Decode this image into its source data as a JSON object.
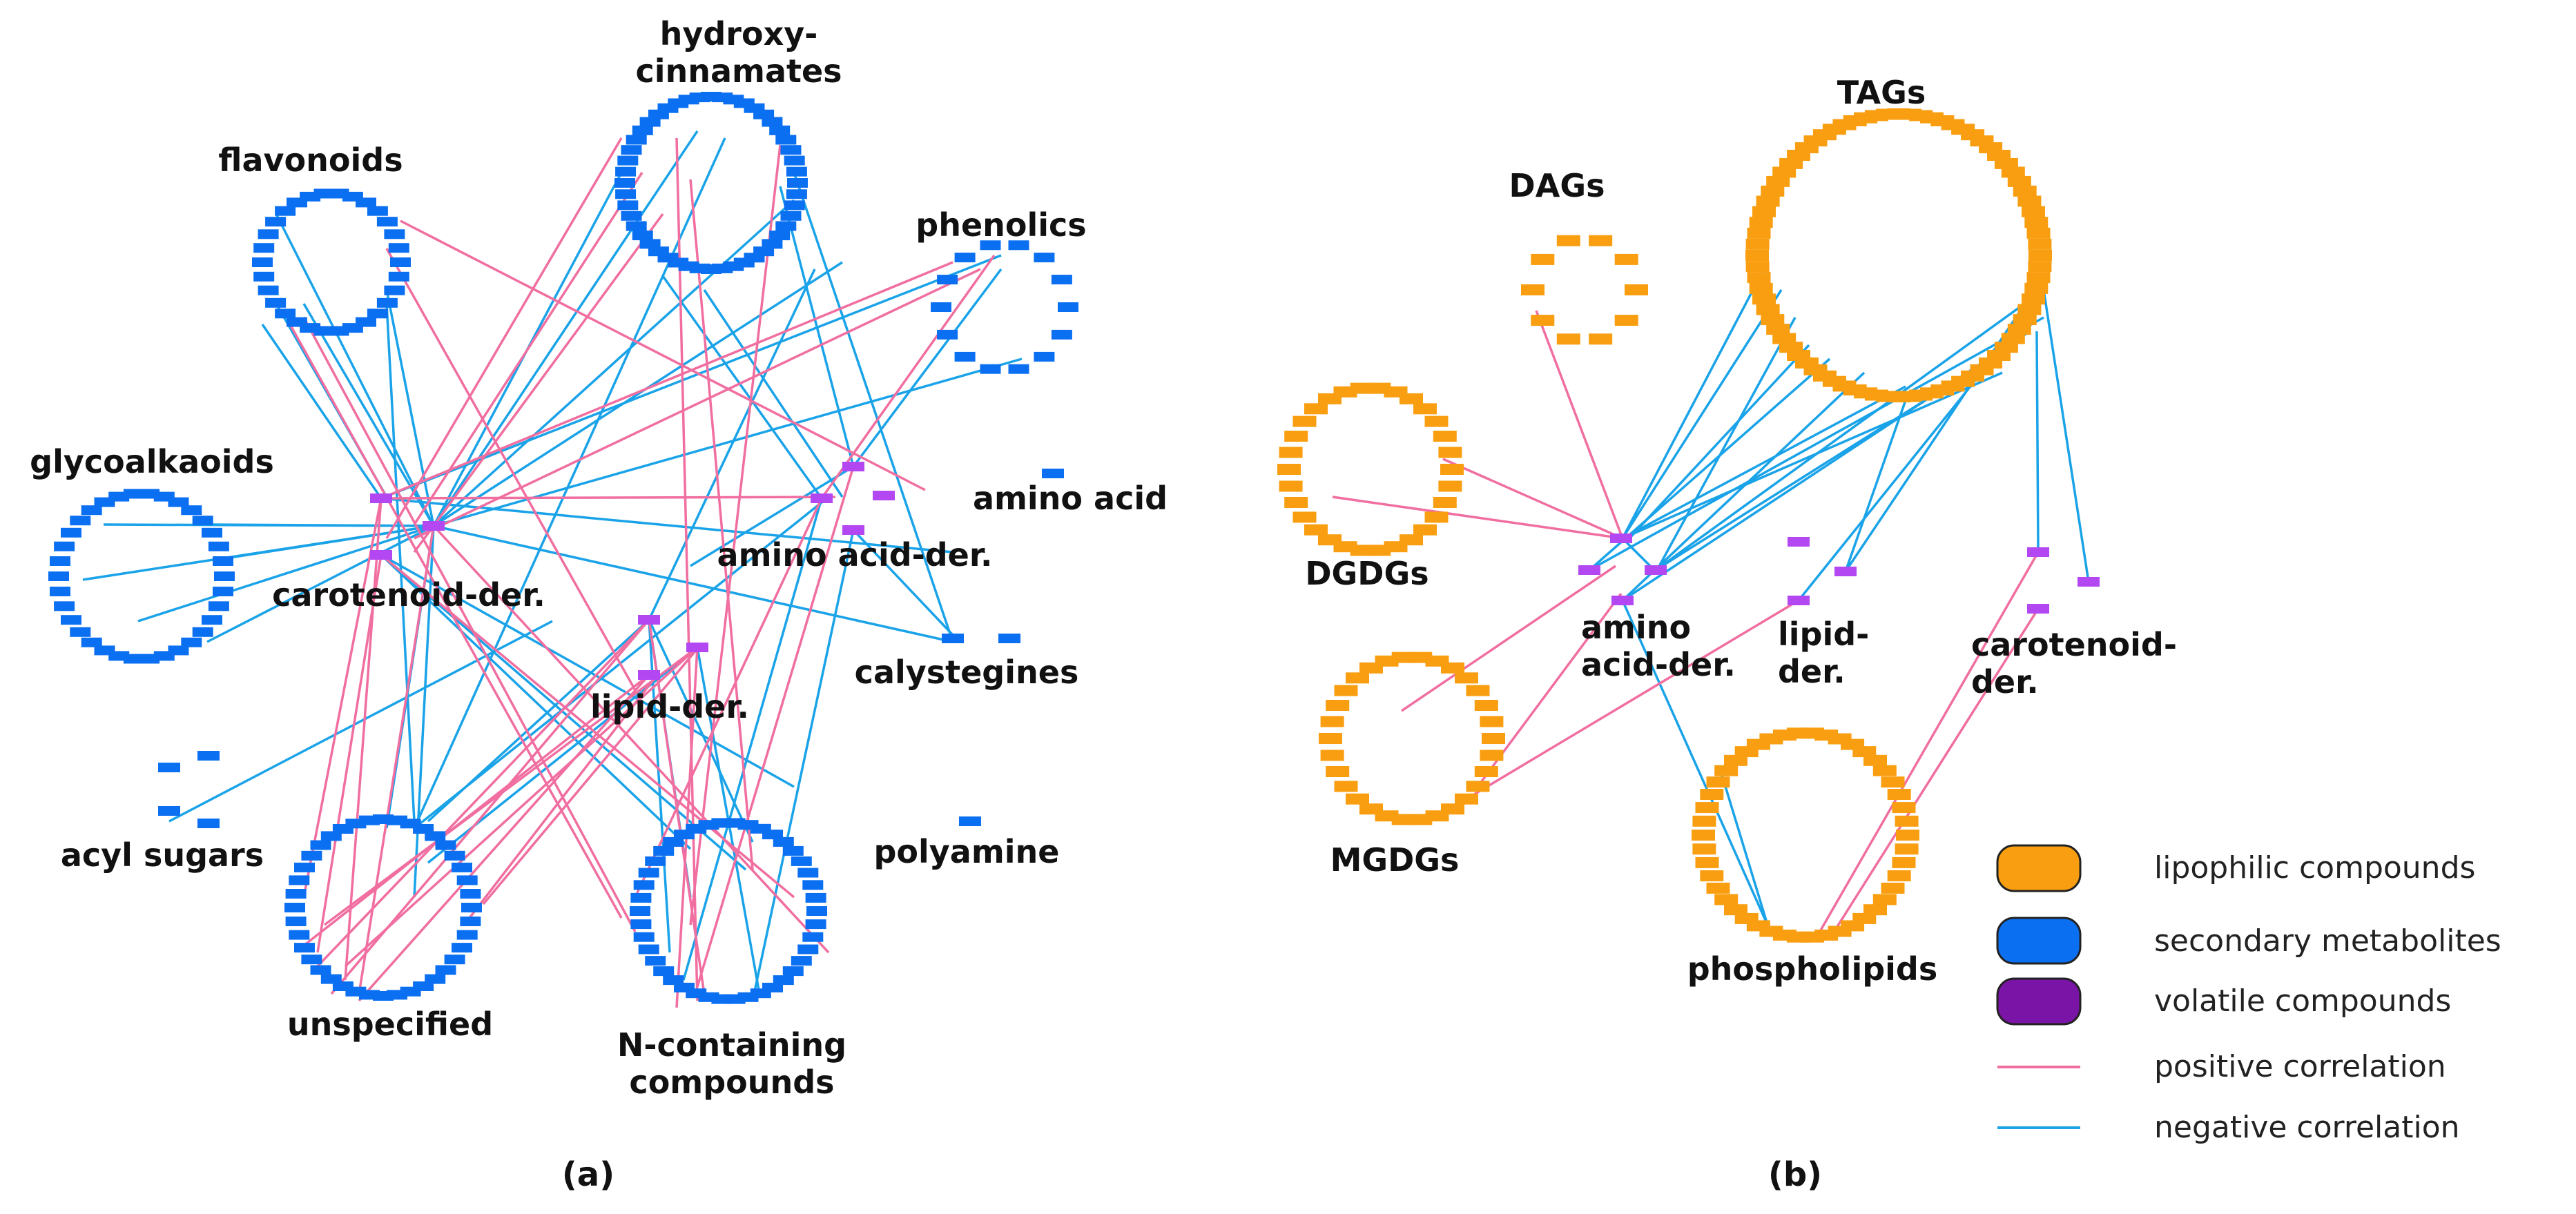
{
  "colors": {
    "positive": "#f06ea0",
    "negative": "#1aa3e8",
    "secondary": "#0b6ff2",
    "lipophilic": "#f99e10",
    "volatile": "#b347f2",
    "volatile_legend": "#7a14a6"
  },
  "panels": {
    "a": {
      "label": "(a)",
      "groups": {
        "hydroxycinnamates": "hydroxy-\ncinnamates",
        "flavonoids": "flavonoids",
        "phenolics": "phenolics",
        "glycoalkaloids": "glycoalkaoids",
        "carotenoid_der": "carotenoid-der.",
        "amino_acid": "amino acid",
        "amino_acid_der": "amino acid-der.",
        "calystegines": "calystegines",
        "lipid_der": "lipid-der.",
        "acyl_sugars": "acyl sugars",
        "polyamine": "polyamine",
        "unspecified": "unspecified",
        "n_containing": "N-containing\ncompounds"
      }
    },
    "b": {
      "label": "(b)",
      "groups": {
        "tags": "TAGs",
        "dags": "DAGs",
        "dgdgs": "DGDGs",
        "mgdgs": "MGDGs",
        "phospholipids": "phospholipids",
        "amino_acid_der": "amino\nacid-der.",
        "lipid_der": "lipid-\nder.",
        "carotenoid_der": "carotenoid-\nder."
      }
    }
  },
  "legend": {
    "lipophilic": "lipophilic compounds",
    "secondary": "secondary metabolites",
    "volatile": "volatile compounds",
    "positive": "positive correlation",
    "negative": "negative correlation"
  }
}
